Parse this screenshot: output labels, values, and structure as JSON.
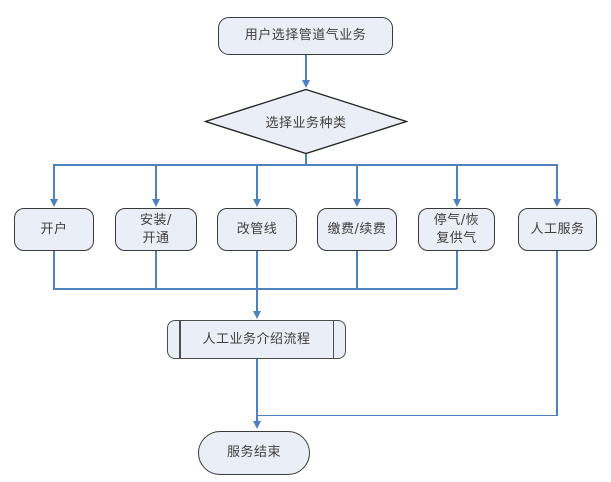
{
  "colors": {
    "line": "#4f81bd",
    "shape_fill": "#eaeef6",
    "shape_border": "#3a3a3a",
    "text": "#3f3f3f",
    "background": "#ffffff"
  },
  "nodes": {
    "start": {
      "label": "用户选择管道气业务",
      "shape": "terminator"
    },
    "decision": {
      "label": "选择业务种类",
      "shape": "diamond"
    },
    "branches": [
      {
        "label": "开户"
      },
      {
        "label": "安装/\n开通"
      },
      {
        "label": "改管线"
      },
      {
        "label": "缴费/续费"
      },
      {
        "label": "停气/恢\n复供气"
      },
      {
        "label": "人工服务"
      }
    ],
    "intro_process": {
      "label": "人工业务介绍流程",
      "shape": "predefined-process"
    },
    "end": {
      "label": "服务结束",
      "shape": "terminator"
    }
  }
}
